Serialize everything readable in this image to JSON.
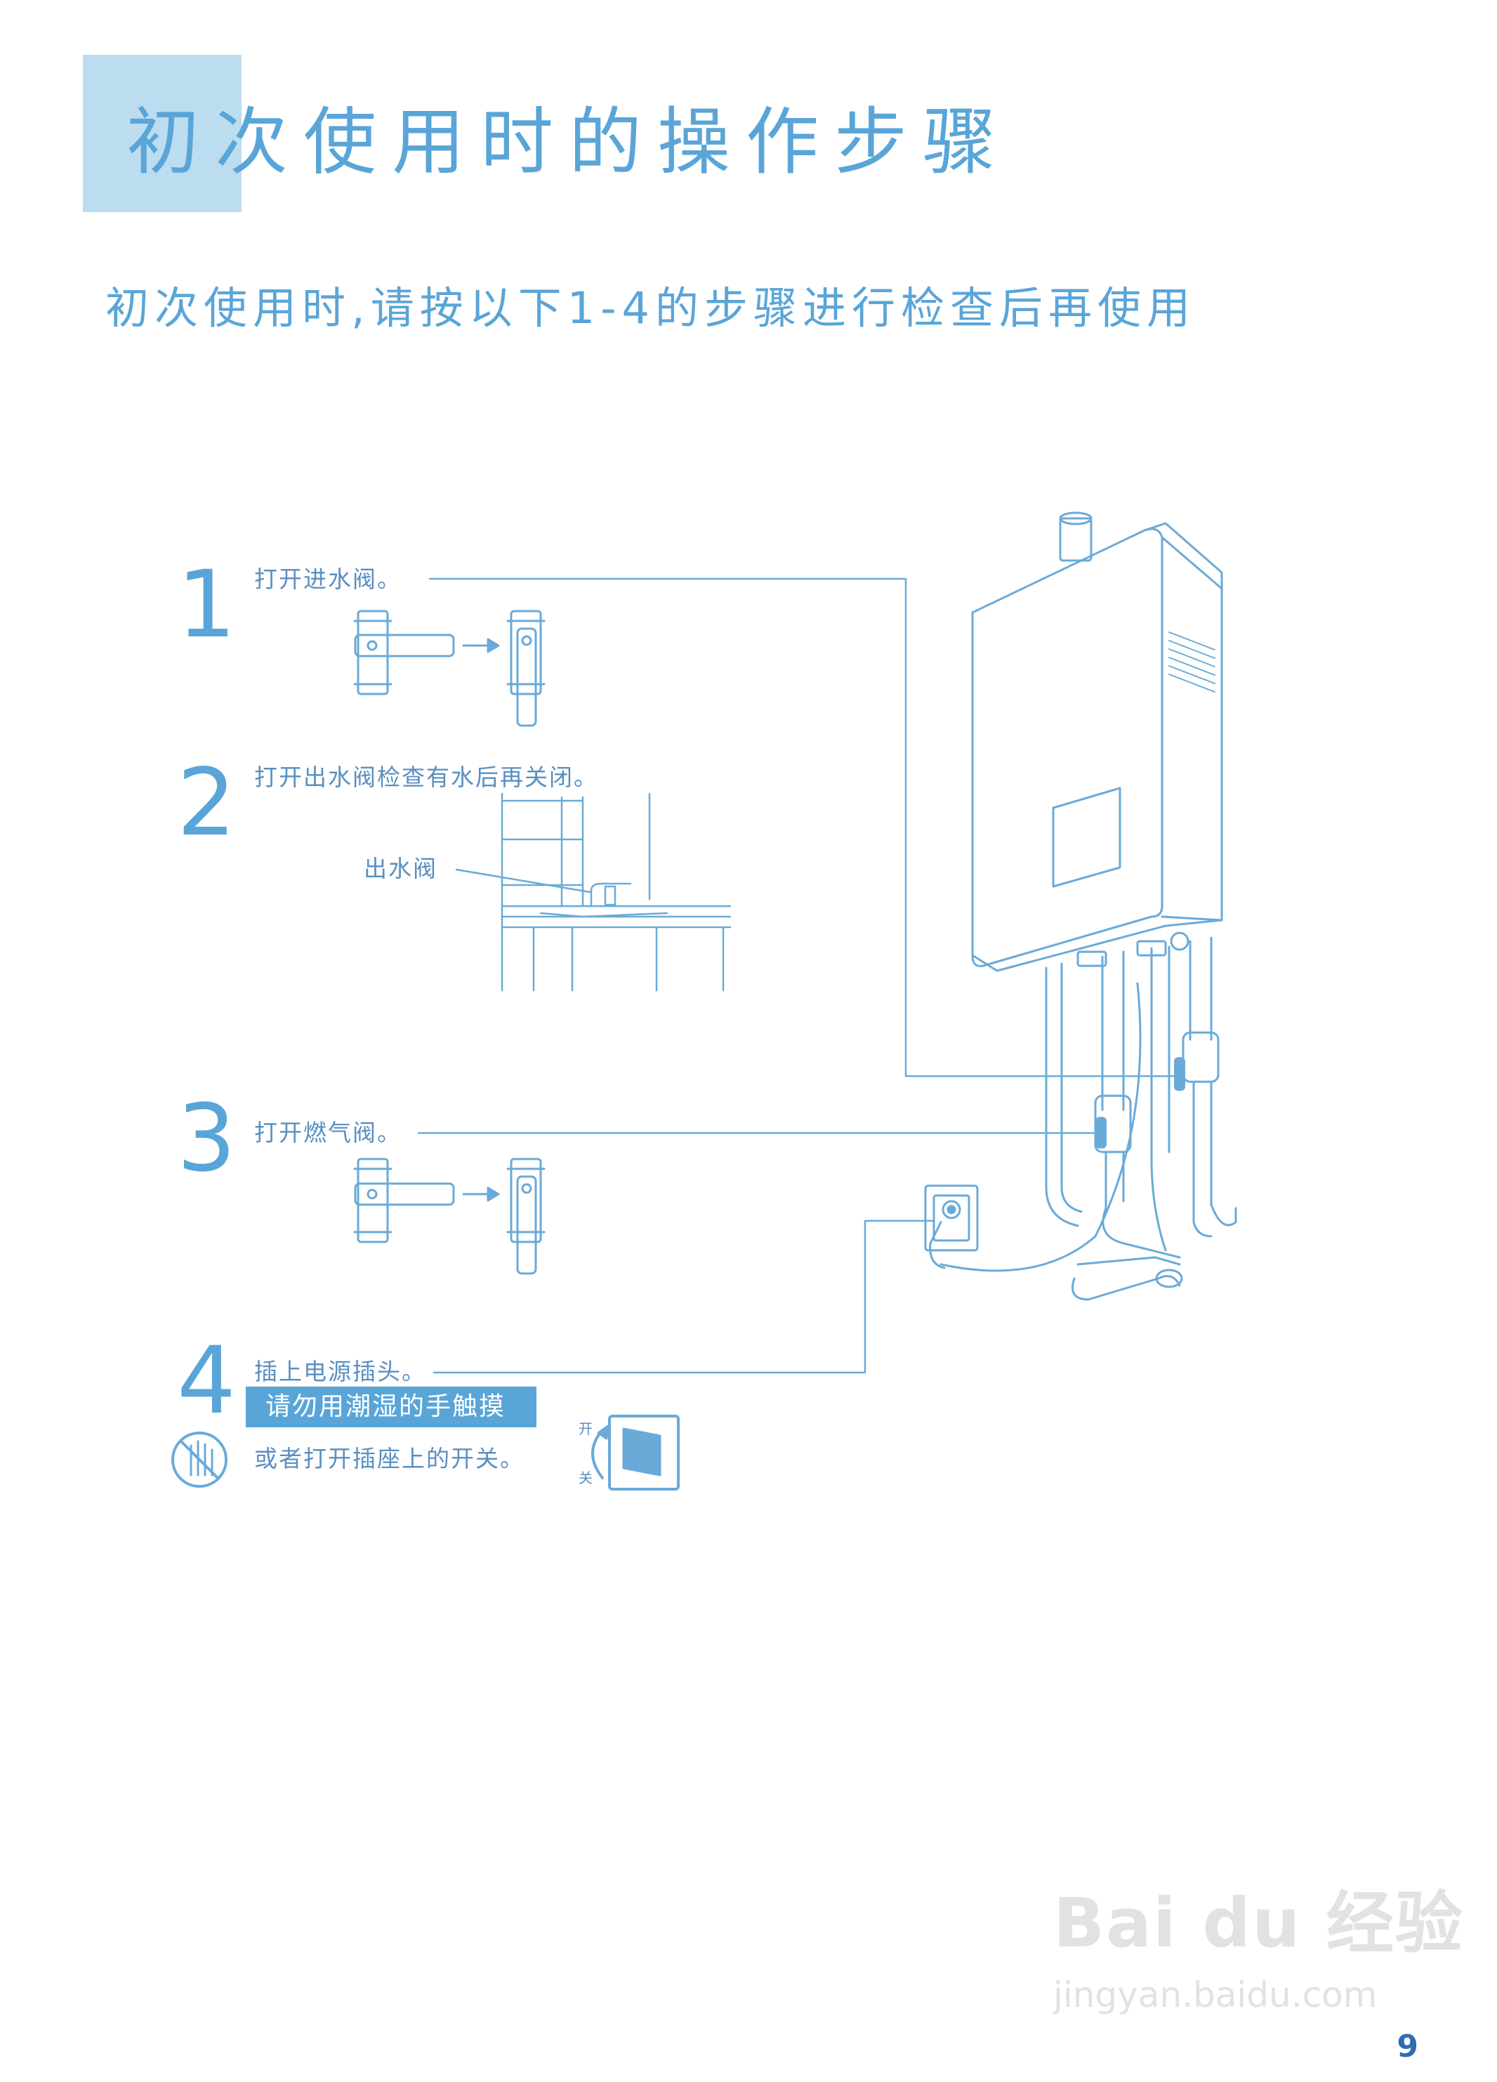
{
  "page": {
    "title": "初次使用时的操作步骤",
    "subtitle": "初次使用时,请按以下1-4的步骤进行检查后再使用",
    "page_number": "9"
  },
  "steps": [
    {
      "number": "1",
      "text": "打开进水阀。"
    },
    {
      "number": "2",
      "text": "打开出水阀检查有水后再关闭。",
      "callout": "出水阀"
    },
    {
      "number": "3",
      "text": "打开燃气阀。"
    },
    {
      "number": "4",
      "text": "插上电源插头。",
      "warning": "请勿用潮湿的手触摸",
      "note": "或者打开插座上的开关。"
    }
  ],
  "switch_labels": {
    "on": "开",
    "off": "关"
  },
  "watermark": {
    "brand": "Bai du 经验",
    "url": "jingyan.baidu.com"
  },
  "colors": {
    "accent": "#5aa5d8",
    "title_block": "#bcdcf0",
    "line_art": "#6aaad8",
    "page_number": "#2f6db4"
  },
  "icons": [
    "valve-closed-icon",
    "arrow-right-icon",
    "valve-open-icon",
    "kitchen-faucet-illustration",
    "water-heater-illustration",
    "power-outlet-icon",
    "no-wet-hands-icon",
    "rocker-switch-icon",
    "baidu-paw-logo"
  ]
}
